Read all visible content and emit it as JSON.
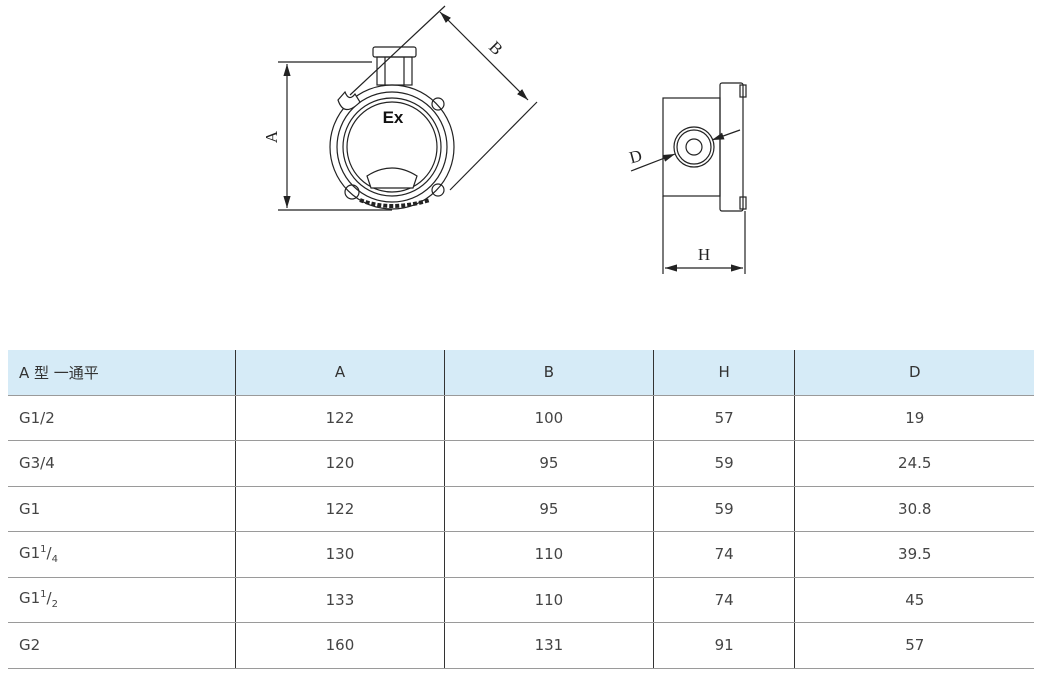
{
  "drawing": {
    "front_view": {
      "ex_mark": "Ex",
      "dim_a": "A",
      "dim_b": "B"
    },
    "side_view": {
      "dim_d": "D",
      "dim_h": "H"
    }
  },
  "table": {
    "headers": [
      "A 型 一通平",
      "A",
      "B",
      "H",
      "D"
    ],
    "rows": [
      {
        "size": "G1/2",
        "size_base": "",
        "size_num": "",
        "size_den": "",
        "A": "122",
        "B": "100",
        "H": "57",
        "D": "19"
      },
      {
        "size": "G3/4",
        "size_base": "",
        "size_num": "",
        "size_den": "",
        "A": "120",
        "B": "95",
        "H": "59",
        "D": "24.5"
      },
      {
        "size": "G1",
        "size_base": "",
        "size_num": "",
        "size_den": "",
        "A": "122",
        "B": "95",
        "H": "59",
        "D": "30.8"
      },
      {
        "size": "",
        "size_base": "G1",
        "size_num": "1",
        "size_den": "4",
        "A": "130",
        "B": "110",
        "H": "74",
        "D": "39.5"
      },
      {
        "size": "",
        "size_base": "G1",
        "size_num": "1",
        "size_den": "2",
        "A": "133",
        "B": "110",
        "H": "74",
        "D": "45"
      },
      {
        "size": "G2",
        "size_base": "",
        "size_num": "",
        "size_den": "",
        "A": "160",
        "B": "131",
        "H": "91",
        "D": "57"
      }
    ]
  },
  "colors": {
    "header_bg": "#d6ebf7",
    "line": "#222222"
  }
}
